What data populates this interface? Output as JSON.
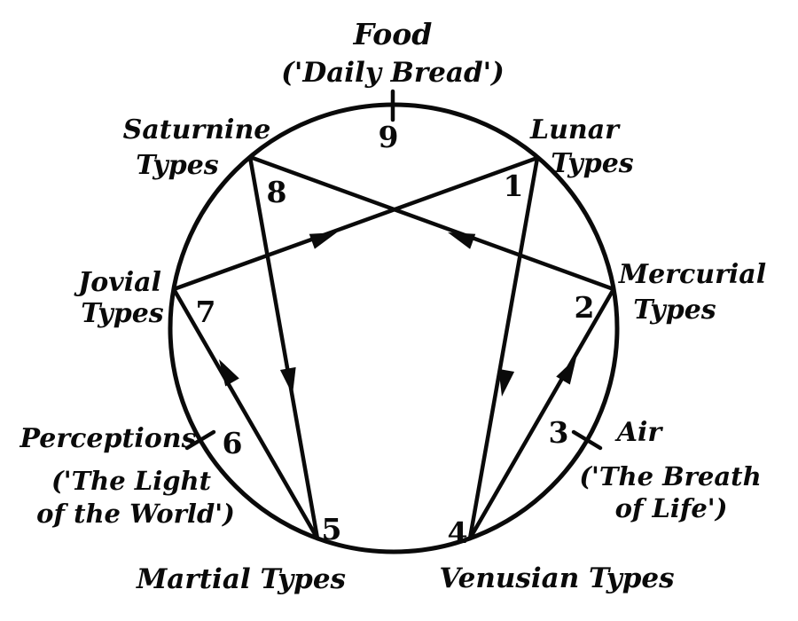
{
  "colors": {
    "background": "#ffffff",
    "ink": "#0a0a0a"
  },
  "diagram": {
    "type": "enneagram",
    "points": {
      "p9": {
        "number": "9",
        "line1": "Food",
        "line2": "('Daily Bread')",
        "tick": true
      },
      "p1": {
        "number": "1",
        "line1": "Lunar",
        "line2": "Types",
        "tick": false
      },
      "p2": {
        "number": "2",
        "line1": "Mercurial",
        "line2": "Types",
        "tick": false
      },
      "p3": {
        "number": "3",
        "line1": "Air",
        "line2": "('The Breath",
        "line3": "of Life')",
        "tick": true
      },
      "p4": {
        "number": "4",
        "line1": "Venusian Types",
        "tick": false
      },
      "p5": {
        "number": "5",
        "line1": "Martial Types",
        "tick": false
      },
      "p6": {
        "number": "6",
        "line1": "Perceptions",
        "line2": "('The Light",
        "line3": "of the World')",
        "tick": true
      },
      "p7": {
        "number": "7",
        "line1": "Jovial",
        "line2": "Types",
        "tick": false
      },
      "p8": {
        "number": "8",
        "line1": "Saturnine",
        "line2": "Types",
        "tick": false
      }
    },
    "flows": [
      {
        "from": "1",
        "to": "4"
      },
      {
        "from": "4",
        "to": "2"
      },
      {
        "from": "2",
        "to": "8"
      },
      {
        "from": "8",
        "to": "5"
      },
      {
        "from": "5",
        "to": "7"
      },
      {
        "from": "7",
        "to": "1"
      }
    ],
    "tick_marked_points": [
      "9",
      "3",
      "6"
    ]
  }
}
